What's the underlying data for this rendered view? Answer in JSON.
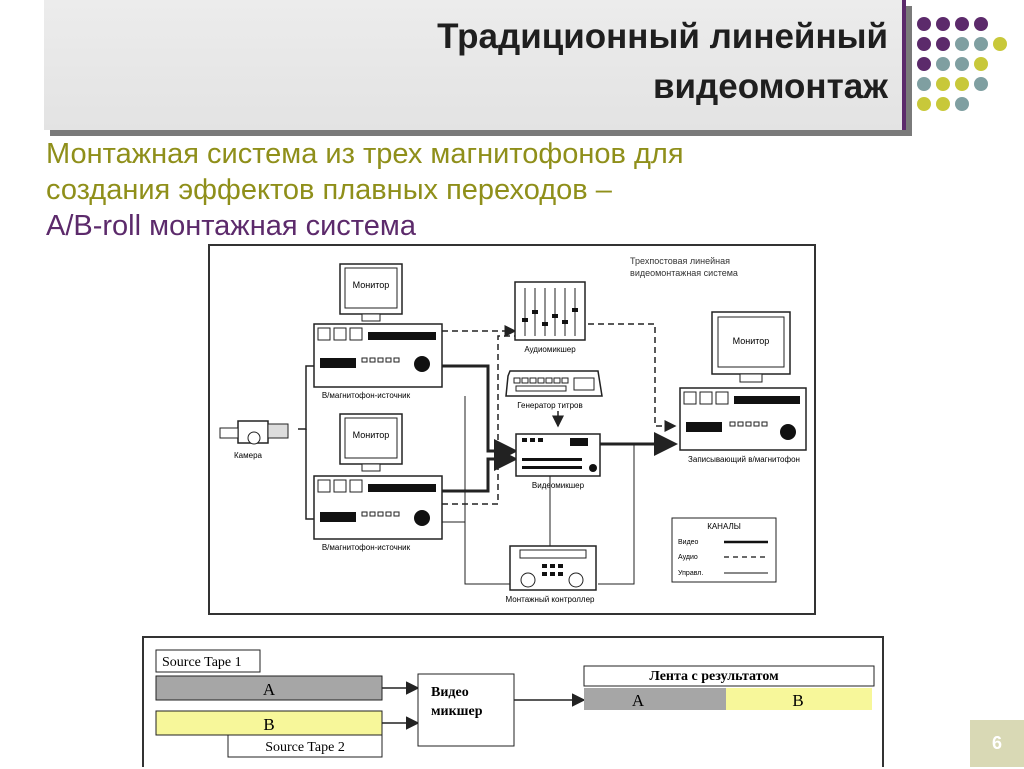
{
  "slide": {
    "title_line1": "Традиционный линейный",
    "title_line2": "видеомонтаж",
    "subtitle_line1": "Монтажная система из трех магнитофонов для",
    "subtitle_line2": "создания эффектов плавных переходов –",
    "subtitle_line3": "A/B-roll монтажная система",
    "page_number": "6"
  },
  "colors": {
    "purple": "#5c2a6b",
    "olive": "#8f8f1a",
    "yellow": "#c8c83a",
    "teal": "#7f9fa1",
    "tape_yellow": "#f7f79a",
    "tape_gray": "#a6a6a6"
  },
  "diagram": {
    "title_line1": "Трехпостовая линейная",
    "title_line2": "видеомонтажная система",
    "monitor": "Монитор",
    "source_vtr": "В/магнитофон-источник",
    "camera": "Камера",
    "audio_mixer": "Аудиомикшер",
    "title_generator": "Генератор титров",
    "video_mixer": "Видеомикшер",
    "recording_vtr": "Записывающий в/магнитофон",
    "edit_controller": "Монтажный контроллер",
    "legend_title": "КАНАЛЫ",
    "legend_video": "Видео",
    "legend_audio": "Аудио",
    "legend_control": "Управл."
  },
  "tape_diagram": {
    "source1": "Source Tape 1",
    "source2": "Source Tape 2",
    "a": "A",
    "b": "B",
    "mixer_line1": "Видео",
    "mixer_line2": "микшер",
    "result": "Лента с результатом"
  }
}
